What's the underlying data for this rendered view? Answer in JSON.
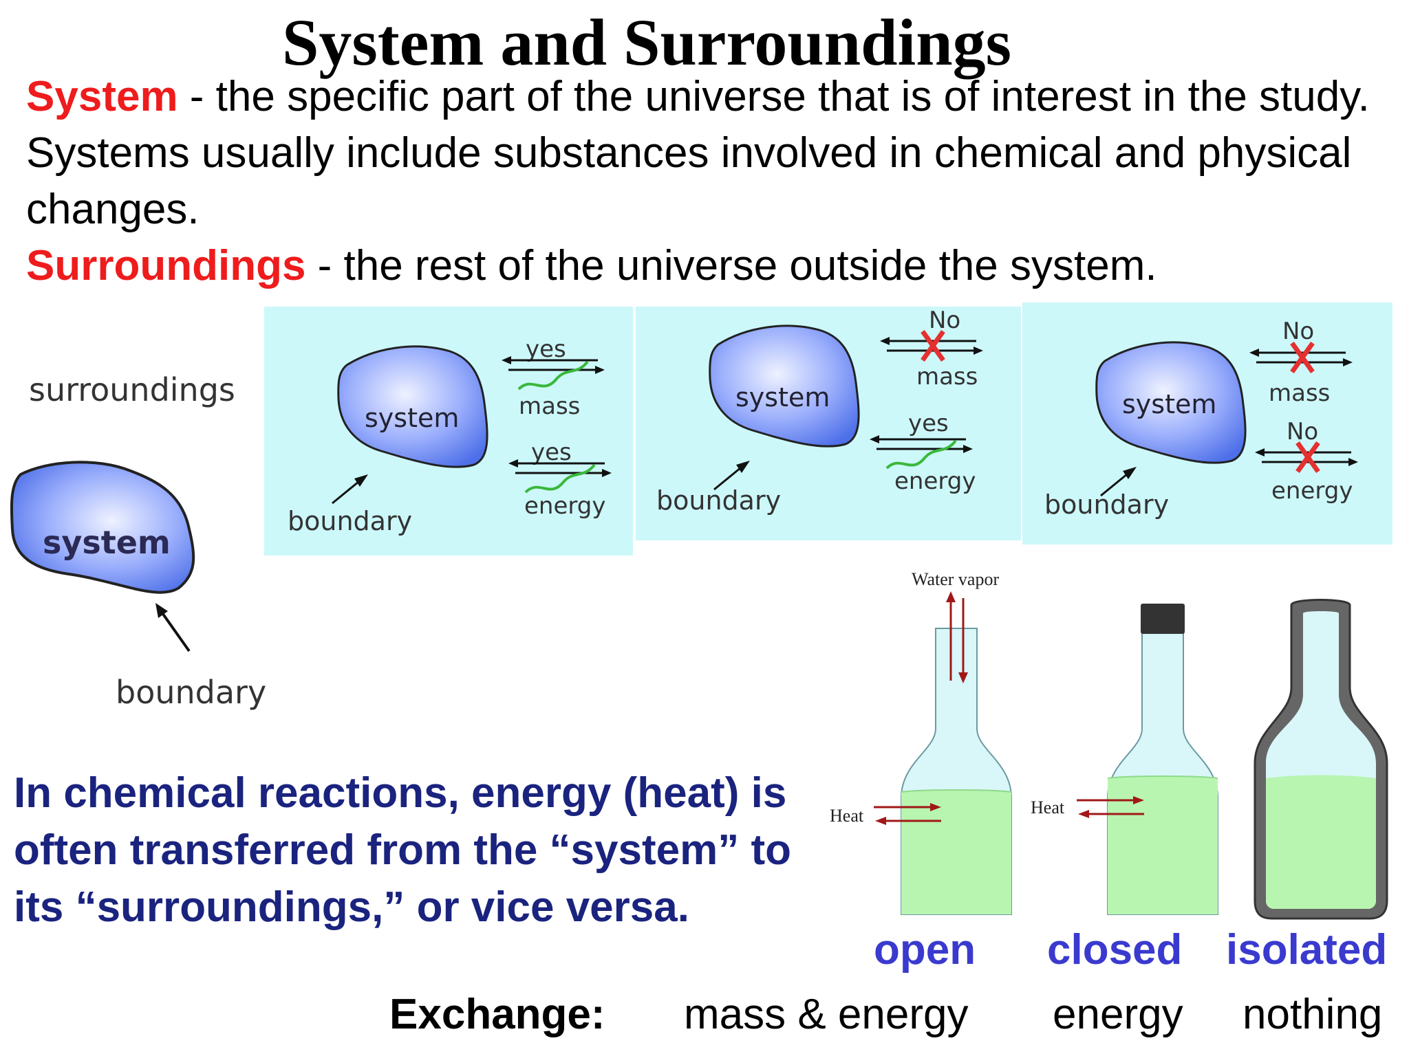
{
  "title": "System and Surroundings",
  "definitions": {
    "system_term": "System",
    "system_text": " - the specific part of the universe that is of interest in the study. Systems usually include substances involved in chemical and physical changes.",
    "surroundings_term": "Surroundings",
    "surroundings_text": " - the rest of the universe outside the system."
  },
  "basic_diagram": {
    "surroundings": "surroundings",
    "system": "system",
    "boundary": "boundary"
  },
  "panels": [
    {
      "system": "system",
      "boundary": "boundary",
      "mass_status": "yes",
      "mass": "mass",
      "energy_status": "yes",
      "energy": "energy"
    },
    {
      "system": "system",
      "boundary": "boundary",
      "mass_status": "No",
      "mass": "mass",
      "energy_status": "yes",
      "energy": "energy"
    },
    {
      "system": "system",
      "boundary": "boundary",
      "mass_status": "No",
      "mass": "mass",
      "energy_status": "No",
      "energy": "energy"
    }
  ],
  "bottles": {
    "water_vapor": "Water vapor",
    "heat_open": "Heat",
    "heat_closed": "Heat"
  },
  "note": "In chemical reactions, energy (heat) is often transferred from the “system” to its “surroundings,” or vice versa.",
  "types": {
    "open": "open",
    "closed": "closed",
    "isolated": "isolated"
  },
  "exchange": {
    "label": "Exchange:",
    "open": "mass & energy",
    "closed": "energy",
    "isolated": "nothing"
  },
  "colors": {
    "term_red": "#ee1c1c",
    "note_navy": "#1a237e",
    "type_blue": "#3a3acf",
    "panel_bg": "#ccf8fa",
    "liquid": "#b8f5b0"
  }
}
